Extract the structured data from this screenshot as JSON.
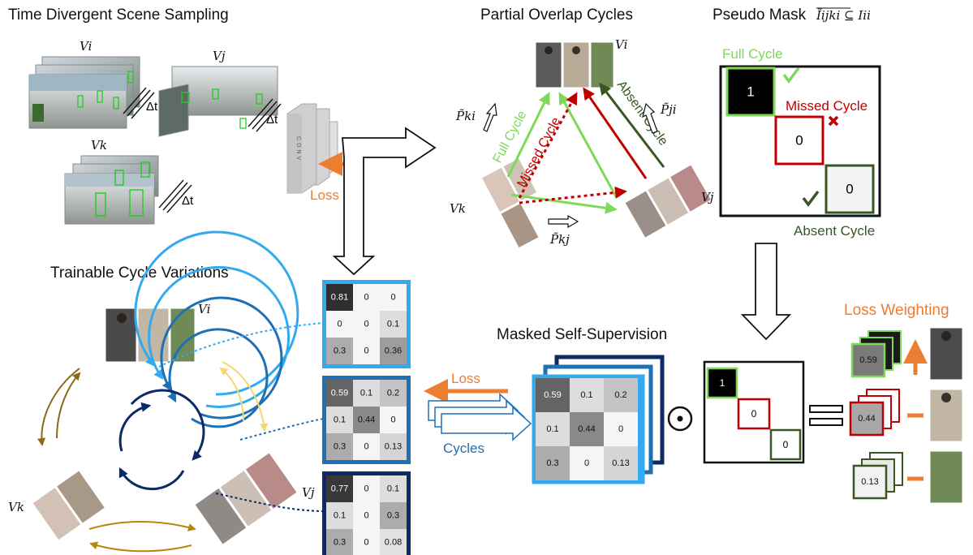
{
  "titles": {
    "sampling": "Time Divergent Scene Sampling",
    "overlap": "Partial Overlap Cycles",
    "pseudo_mask": "Pseudo Mask",
    "pseudo_mask_formula": "Ĩijki ⊆ Iii",
    "trainable": "Trainable Cycle Variations",
    "masked": "Masked Self-Supervision",
    "loss_weighting": "Loss Weighting"
  },
  "views": {
    "i": "Vi",
    "j": "Vj",
    "k": "Vk"
  },
  "delta_t": "Δt",
  "conv_label": "CONV",
  "loss": "Loss",
  "cycles": "Cycles",
  "cycle_types": {
    "full": "Full Cycle",
    "missed": "Missed Cycle",
    "absent": "Absent Cycle"
  },
  "perm": {
    "ki": "P̃ki",
    "ji": "P̃ji",
    "kj": "P̃kj"
  },
  "pseudo_mask_values": [
    "1",
    "0",
    "0"
  ],
  "small_mask_values": [
    "1",
    "0",
    "0"
  ],
  "matrices": [
    [
      [
        "0.81",
        "0",
        "0"
      ],
      [
        "0",
        "0",
        "0.1"
      ],
      [
        "0.3",
        "0",
        "0.36"
      ]
    ],
    [
      [
        "0.59",
        "0.1",
        "0.2"
      ],
      [
        "0.1",
        "0.44",
        "0"
      ],
      [
        "0.3",
        "0",
        "0.13"
      ]
    ],
    [
      [
        "0.77",
        "0",
        "0.1"
      ],
      [
        "0.1",
        "0",
        "0.3"
      ],
      [
        "0.3",
        "0",
        "0.08"
      ]
    ]
  ],
  "stack_matrix": [
    [
      "0.59",
      "0.1",
      "0.2"
    ],
    [
      "0.1",
      "0.44",
      "0"
    ],
    [
      "0.3",
      "0",
      "0.13"
    ]
  ],
  "weights": [
    "0.59",
    "0.44",
    "0.13"
  ],
  "odot": "⊙",
  "colors": {
    "full": "#7ed957",
    "missed": "#c00000",
    "absent": "#385723",
    "loss": "#ed7d31",
    "cycles_blue": "#1f6fb5",
    "light_blue": "#33aaf0",
    "mid_blue": "#1f6fb5",
    "dark_blue": "#0c2a66",
    "bbox": "#22cc22"
  }
}
